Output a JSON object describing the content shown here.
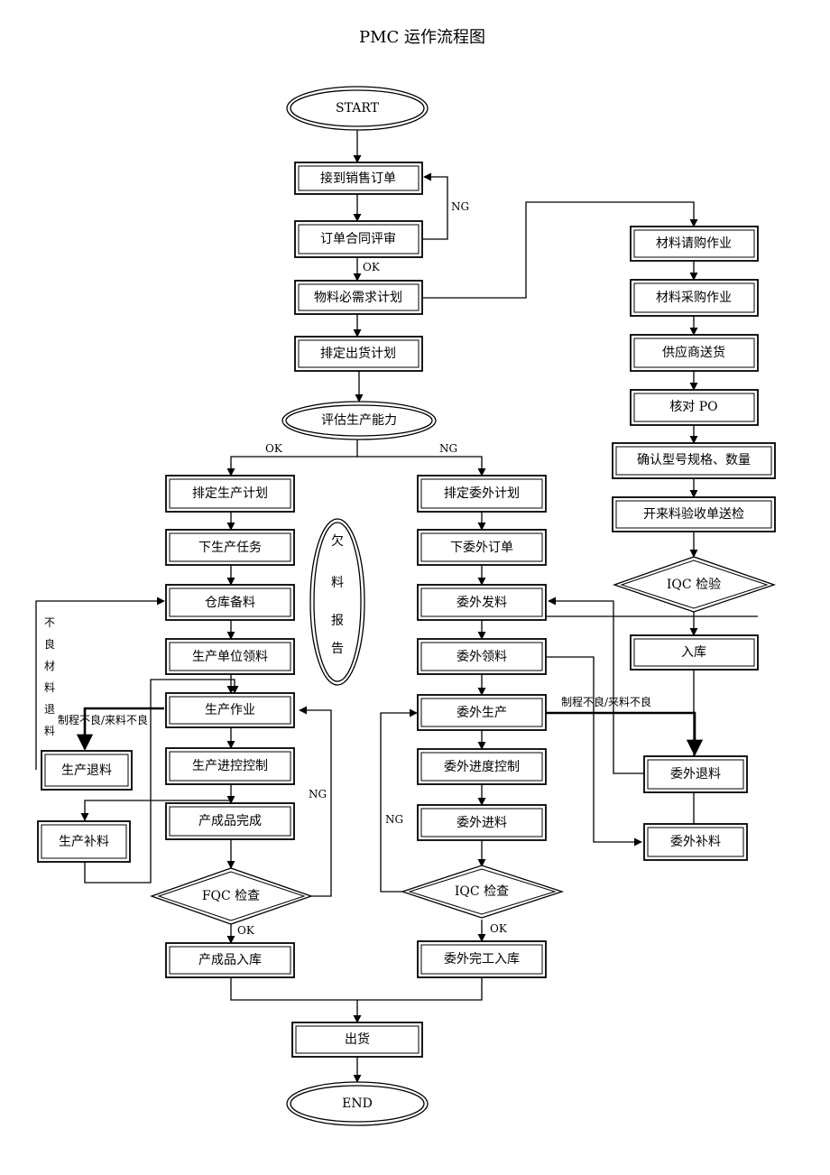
{
  "title": "PMC 运作流程图",
  "nodes": {
    "start": "START",
    "receive_order": "接到销售订单",
    "contract_review": "订单合同评审",
    "material_plan": "物料必需求计划",
    "shipping_plan": "排定出货计划",
    "evaluate_capacity": "评估生产能力",
    "production_plan": "排定生产计划",
    "issue_task": "下生产任务",
    "warehouse_prep": "仓库备料",
    "unit_pick": "生产单位领料",
    "production_work": "生产作业",
    "progress_control": "生产进控控制",
    "product_done": "产成品完成",
    "fqc_check": "FQC 检查",
    "product_stock": "产成品入库",
    "shortage_report": [
      "欠",
      "料",
      "报",
      "告"
    ],
    "prod_return": "生产退料",
    "prod_supplement": "生产补料",
    "outsource_plan": "排定委外计划",
    "outsource_order": "下委外订单",
    "outsource_issue": "委外发料",
    "outsource_pick": "委外领料",
    "outsource_production": "委外生产",
    "outsource_progress": "委外进度控制",
    "outsource_inbound": "委外进料",
    "iqc_check_out": "IQC 检查",
    "outsource_stock": "委外完工入库",
    "purchase_request": "材料请购作业",
    "purchase_work": "材料采购作业",
    "supplier_delivery": "供应商送货",
    "check_po": "核对 PO",
    "confirm_spec": "确认型号规格、数量",
    "receipt_inspect": "开来料验收单送检",
    "iqc_inspect": "IQC 检验",
    "warehousing": "入库",
    "outsource_return": "委外退料",
    "outsource_supplement": "委外补料",
    "ship": "出货",
    "end": "END"
  },
  "labels": {
    "ng_review": "NG",
    "ok_review": "OK",
    "ok_left": "OK",
    "ng_right": "NG",
    "bad_material_vertical": [
      "不",
      "良",
      "材",
      "料",
      "退",
      "料"
    ],
    "defect_left": "制程不良/来料不良",
    "ng_fqc": "NG",
    "ok_fqc": "OK",
    "defect_right": "制程不良/来料不良",
    "ng_iqc": "NG",
    "ok_iqc": "OK"
  }
}
